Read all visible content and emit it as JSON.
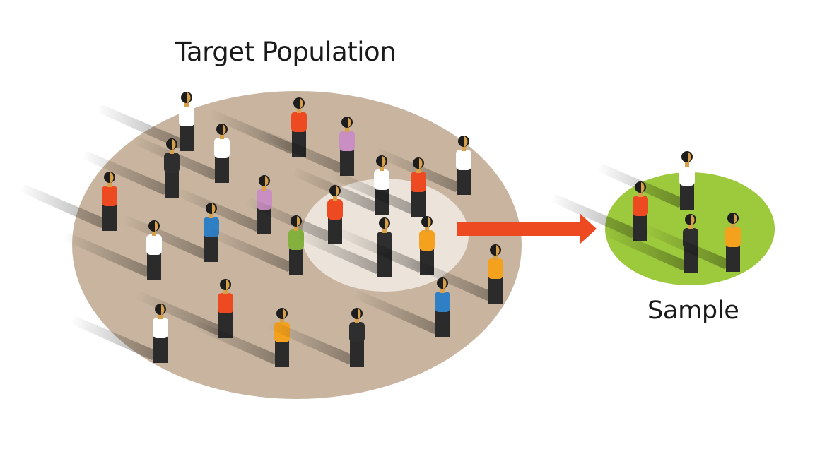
{
  "diagram": {
    "title": "Target Population",
    "sample_label": "Sample"
  },
  "colors": {
    "population_ellipse": "#c9b59f",
    "sample_subset_ellipse": "#ece4da",
    "sample_ellipse": "#9dc93c",
    "arrow": "#ee4a22",
    "shadow": "#5a4632",
    "skin": "#d9a04a",
    "legs": "#2b2b2b",
    "shirt_red": "#ee4a22",
    "shirt_white": "#ffffff",
    "shirt_black": "#2e2e2e",
    "shirt_purple": "#c98fc2",
    "shirt_blue": "#2f7fc4",
    "shirt_green": "#84b13e",
    "shirt_orange": "#f4a11d"
  },
  "icons": {
    "person": "person-icon",
    "arrow": "arrow-right-icon"
  },
  "people_counts": {
    "population": 22,
    "sample": 4
  }
}
